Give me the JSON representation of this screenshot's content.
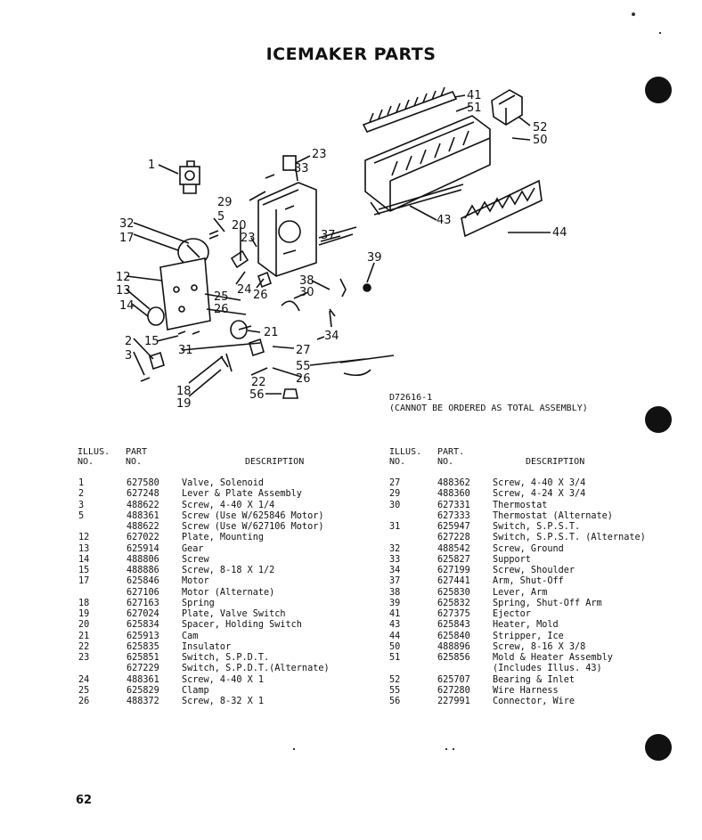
{
  "title": "ICEMAKER PARTS",
  "diagram": {
    "labels": [
      "1",
      "23",
      "33",
      "29",
      "5",
      "32",
      "20",
      "17",
      "23",
      "37",
      "41",
      "51",
      "52",
      "50",
      "43",
      "44",
      "39",
      "12",
      "13",
      "38",
      "30",
      "24",
      "26",
      "25",
      "26",
      "14",
      "21",
      "34",
      "15",
      "2",
      "27",
      "31",
      "3",
      "55",
      "26",
      "22",
      "18",
      "19",
      "56"
    ]
  },
  "note": {
    "line1": "D72616-1",
    "line2": "(CANNOT BE ORDERED AS TOTAL ASSEMBLY)"
  },
  "table_left": {
    "headers": {
      "col1_line1": "ILLUS.",
      "col1_line2": "NO.",
      "col2_line1": "PART",
      "col2_line2": "NO.",
      "col3": "DESCRIPTION"
    },
    "rows": [
      {
        "no": "1",
        "part": "627580",
        "desc": "Valve, Solenoid"
      },
      {
        "no": "2",
        "part": "627248",
        "desc": "Lever & Plate Assembly"
      },
      {
        "no": "3",
        "part": "488622",
        "desc": "Screw, 4-40 X 1/4"
      },
      {
        "no": "5",
        "part": "488361",
        "desc": "Screw (Use W/625846 Motor)"
      },
      {
        "no": "",
        "part": "488622",
        "desc": "Screw (Use W/627106 Motor)"
      },
      {
        "no": "12",
        "part": "627022",
        "desc": "Plate, Mounting"
      },
      {
        "no": "13",
        "part": "625914",
        "desc": "Gear"
      },
      {
        "no": "14",
        "part": "488806",
        "desc": "Screw"
      },
      {
        "no": "15",
        "part": "488886",
        "desc": "Screw, 8-18 X 1/2"
      },
      {
        "no": "17",
        "part": "625846",
        "desc": "Motor"
      },
      {
        "no": "",
        "part": "627106",
        "desc": "Motor (Alternate)"
      },
      {
        "no": "18",
        "part": "627163",
        "desc": "Spring"
      },
      {
        "no": "19",
        "part": "627024",
        "desc": "Plate, Valve Switch"
      },
      {
        "no": "20",
        "part": "625834",
        "desc": "Spacer, Holding Switch"
      },
      {
        "no": "21",
        "part": "625913",
        "desc": "Cam"
      },
      {
        "no": "22",
        "part": "625835",
        "desc": "Insulator"
      },
      {
        "no": "23",
        "part": "625851",
        "desc": "Switch, S.P.D.T."
      },
      {
        "no": "",
        "part": "627229",
        "desc": "Switch, S.P.D.T.(Alternate)"
      },
      {
        "no": "24",
        "part": "488361",
        "desc": "Screw, 4-40 X 1"
      },
      {
        "no": "25",
        "part": "625829",
        "desc": "Clamp"
      },
      {
        "no": "26",
        "part": "488372",
        "desc": "Screw, 8-32 X 1"
      }
    ]
  },
  "table_right": {
    "headers": {
      "col1_line1": "ILLUS.",
      "col1_line2": "NO.",
      "col2_line1": "PART.",
      "col2_line2": "NO.",
      "col3": "DESCRIPTION"
    },
    "rows": [
      {
        "no": "27",
        "part": "488362",
        "desc": "Screw, 4-40 X 3/4"
      },
      {
        "no": "29",
        "part": "488360",
        "desc": "Screw, 4-24 X 3/4"
      },
      {
        "no": "30",
        "part": "627331",
        "desc": "Thermostat"
      },
      {
        "no": "",
        "part": "627333",
        "desc": "Thermostat (Alternate)"
      },
      {
        "no": "31",
        "part": "625947",
        "desc": "Switch, S.P.S.T."
      },
      {
        "no": "",
        "part": "627228",
        "desc": "Switch, S.P.S.T. (Alternate)"
      },
      {
        "no": "32",
        "part": "488542",
        "desc": "Screw, Ground"
      },
      {
        "no": "33",
        "part": "625827",
        "desc": "Support"
      },
      {
        "no": "34",
        "part": "627199",
        "desc": "Screw, Shoulder"
      },
      {
        "no": "37",
        "part": "627441",
        "desc": "Arm, Shut-Off"
      },
      {
        "no": "38",
        "part": "625830",
        "desc": "Lever, Arm"
      },
      {
        "no": "39",
        "part": "625832",
        "desc": "Spring, Shut-Off Arm"
      },
      {
        "no": "41",
        "part": "627375",
        "desc": "Ejector"
      },
      {
        "no": "43",
        "part": "625843",
        "desc": "Heater, Mold"
      },
      {
        "no": "44",
        "part": "625840",
        "desc": "Stripper, Ice"
      },
      {
        "no": "50",
        "part": "488896",
        "desc": "Screw, 8-16 X 3/8"
      },
      {
        "no": "51",
        "part": "625856",
        "desc": "Mold & Heater Assembly"
      },
      {
        "no": "",
        "part": "",
        "desc": "(Includes Illus. 43)"
      },
      {
        "no": "52",
        "part": "625707",
        "desc": "Bearing & Inlet"
      },
      {
        "no": "55",
        "part": "627280",
        "desc": "Wire Harness"
      },
      {
        "no": "56",
        "part": "227991",
        "desc": "Connector, Wire"
      }
    ]
  },
  "page_number": "62"
}
